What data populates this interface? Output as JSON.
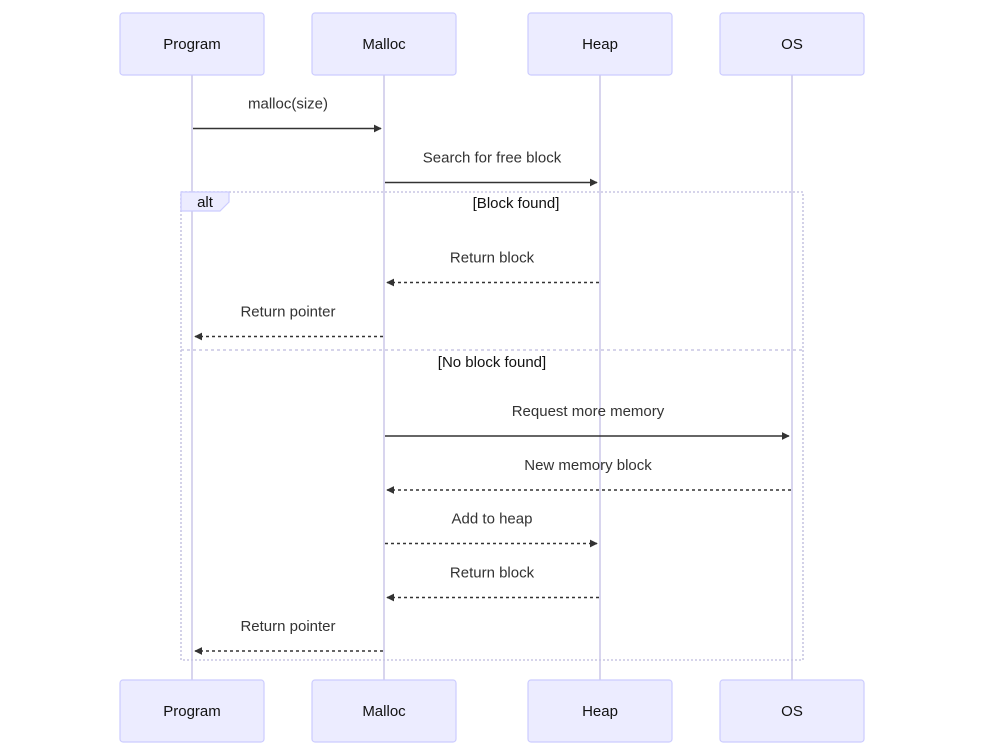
{
  "actors": [
    {
      "id": "program",
      "label": "Program"
    },
    {
      "id": "malloc",
      "label": "Malloc"
    },
    {
      "id": "heap",
      "label": "Heap"
    },
    {
      "id": "os",
      "label": "OS"
    }
  ],
  "messages": [
    {
      "from": "program",
      "to": "malloc",
      "label": "malloc(size)",
      "style": "solid"
    },
    {
      "from": "malloc",
      "to": "heap",
      "label": "Search for free block",
      "style": "solid"
    },
    {
      "from": "heap",
      "to": "malloc",
      "label": "Return block",
      "style": "dashed"
    },
    {
      "from": "malloc",
      "to": "program",
      "label": "Return pointer",
      "style": "dashed"
    },
    {
      "from": "malloc",
      "to": "os",
      "label": "Request more memory",
      "style": "solid"
    },
    {
      "from": "os",
      "to": "malloc",
      "label": "New memory block",
      "style": "dashed"
    },
    {
      "from": "malloc",
      "to": "heap",
      "label": "Add to heap",
      "style": "dashed"
    },
    {
      "from": "heap",
      "to": "malloc",
      "label": "Return block",
      "style": "dashed"
    },
    {
      "from": "malloc",
      "to": "program",
      "label": "Return pointer",
      "style": "dashed"
    }
  ],
  "alt": {
    "tag": "alt",
    "branches": [
      {
        "condition": "[Block found]"
      },
      {
        "condition": "[No block found]"
      }
    ]
  },
  "colors": {
    "actor_fill": "#ECECFF",
    "actor_stroke": "#CCCCFF",
    "line": "#333333",
    "lifeline": "#c7c3e6"
  }
}
